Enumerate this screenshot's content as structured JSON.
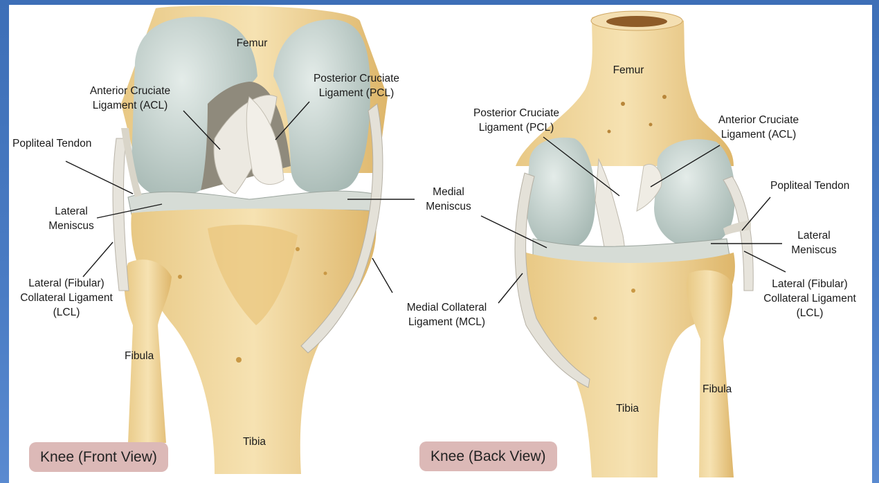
{
  "colors": {
    "frame": "#4a7cc4",
    "bone": "#f0d9a2",
    "bone_shade": "#d9a94e",
    "cartilage": "#c8d5d2",
    "ligament": "#e7e4dc",
    "caption_bg": "#dcb9b7"
  },
  "front": {
    "caption": "Knee (Front View)",
    "femur": "Femur",
    "acl": [
      "Anterior Cruciate",
      "Ligament (ACL)"
    ],
    "pcl": [
      "Posterior Cruciate",
      "Ligament (PCL)"
    ],
    "popliteal": "Popliteal Tendon",
    "lateral_meniscus": [
      "Lateral",
      "Meniscus"
    ],
    "medial_meniscus": [
      "Medial",
      "Meniscus"
    ],
    "lcl": [
      "Lateral (Fibular)",
      "Collateral Ligament",
      "(LCL)"
    ],
    "mcl": [
      "Medial Collateral",
      "Ligament (MCL)"
    ],
    "fibula": "Fibula",
    "tibia": "Tibia"
  },
  "back": {
    "caption": "Knee (Back View)",
    "femur": "Femur",
    "pcl": [
      "Posterior Cruciate",
      "Ligament (PCL)"
    ],
    "acl": [
      "Anterior Cruciate",
      "Ligament (ACL)"
    ],
    "popliteal": "Popliteal Tendon",
    "lateral_meniscus": [
      "Lateral",
      "Meniscus"
    ],
    "lcl": [
      "Lateral (Fibular)",
      "Collateral Ligament",
      "(LCL)"
    ],
    "fibula": "Fibula",
    "tibia": "Tibia"
  }
}
